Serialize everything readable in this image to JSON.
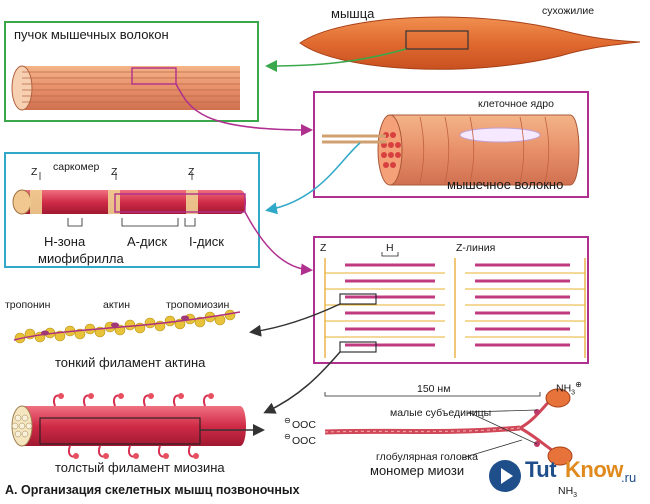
{
  "labels": {
    "muscle": "мышца",
    "tendon": "сухожилие",
    "fiber_bundle": "пучок мышечных волокон",
    "cell_nucleus": "клеточное ядро",
    "muscle_fiber": "мышечное волокно",
    "sarcomere": "саркомер",
    "z_left": "Z",
    "z_mid": "Z",
    "z_right": "Z",
    "h_zone": "Н-зона",
    "a_disk": "А-диск",
    "i_disk": "I-диск",
    "myofibril": "миофибрилла",
    "z_top": "Z",
    "h_top": "Н",
    "z_line": "Z-линия",
    "troponin": "тропонин",
    "actin": "актин",
    "tropomyosin": "тропомиозин",
    "thin_filament": "тонкий филамент актина",
    "scale": "150 нм",
    "nh3_top": "NH",
    "nh3_top_sub": "3",
    "nh3_top_sup": "⊕",
    "small_subunits": "малые субъединицы",
    "ooc1": "OOC",
    "ooc2": "OOC",
    "ooc_charge": "⊖",
    "globular_head": "глобулярная головка",
    "myosin_monomer": "мономер миози",
    "nh3_bottom": "NH",
    "nh3_bottom_sub": "3",
    "thick_filament": "толстый филамент миозина",
    "caption": "А. Организация скелетных мышц позвоночных"
  },
  "watermark": {
    "part1": "Tut",
    "part2": "Know",
    "part3": ".ru"
  },
  "colors": {
    "muscle": "#e8733a",
    "fiber": "#e89a6a",
    "myofibril_red": "#d8344a",
    "myosin": "#c03a6a",
    "actin": "#e8c238",
    "green_box": "#3aa84a",
    "magenta_box": "#b03090",
    "cyan_box": "#30a8c8"
  }
}
